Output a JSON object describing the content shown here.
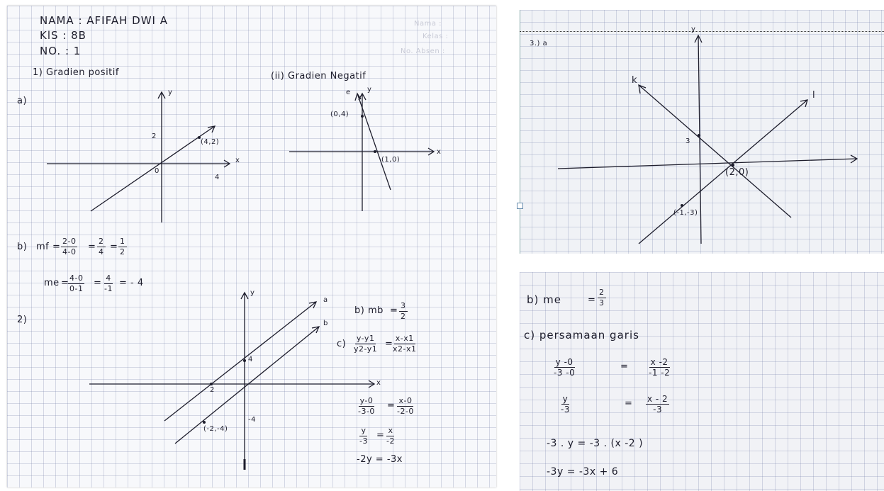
{
  "left_page": {
    "header": {
      "nama": "NAMA : AFIFAH DWI A",
      "kls": "KlS  : 8B",
      "no": "NO.   : 1",
      "faint_1": "Nama :",
      "faint_2": "Kelas :",
      "faint_3": "No. Absen :"
    },
    "section_1_title": "1) Gradien positif",
    "section_ii_title": "(ii) Gradien Negatif",
    "part_a": "a)",
    "graph_a": {
      "y": "y",
      "x": "x",
      "two": "2",
      "zero": "0",
      "four": "4",
      "point": "(4,2)"
    },
    "graph_ii": {
      "e": "e",
      "y": "y",
      "x": "x",
      "point_1": "(0,4)",
      "point_2": "(1,0)"
    },
    "part_b": {
      "label": "b)",
      "mf": "mf",
      "mf_num1": "2-0",
      "mf_den1": "4-0",
      "mf_num2": "2",
      "mf_den2": "4",
      "mf_num3": "1",
      "mf_den3": "2",
      "me": "me",
      "me_num1": "4-0",
      "me_den1": "0-1",
      "me_num2": "4",
      "me_den2": "-1",
      "me_result": "= - 4",
      "eq": "="
    },
    "part_2": {
      "label": "2)",
      "graph": {
        "y": "y",
        "a": "a",
        "b": "b",
        "x": "x",
        "four": "4",
        "neg_two": "2",
        "neg_four": "-4",
        "point": "(-2,-4)"
      },
      "mb_label": "b) mb",
      "mb_num": "3",
      "mb_den": "2",
      "c_label": "c)",
      "c_num1": "y-y1",
      "c_den1": "y2-y1",
      "c_num2": "x-x1",
      "c_den2": "x2-x1",
      "s1_num1": "y-0",
      "s1_den1": "-3-0",
      "s1_num2": "x-0",
      "s1_den2": "-2-0",
      "s2_num1": "y",
      "s2_den1": "-3",
      "s2_num2": "x",
      "s2_den2": "-2",
      "s3": "-2y  =  -3x"
    }
  },
  "right_top": {
    "label": "3.) a",
    "graph": {
      "y": "y",
      "k": "k",
      "l": "l",
      "three": "3",
      "point_1": "(2,0)",
      "point_2": "(-1,-3)"
    }
  },
  "right_bottom": {
    "b_label": "b)  me",
    "b_num": "2",
    "b_den": "3",
    "c_label": "c) persamaan garis",
    "r1_num1": "y  -0",
    "r1_den1": "-3  -0",
    "r1_num2": "x -2",
    "r1_den2": "-1 -2",
    "r2_num1": "y",
    "r2_den1": "-3",
    "r2_num2": "x - 2",
    "r2_den2": "-3",
    "r3": "-3 . y       =  -3 . (x -2 )",
    "r4": "-3y         =  -3x + 6",
    "eq": "="
  }
}
